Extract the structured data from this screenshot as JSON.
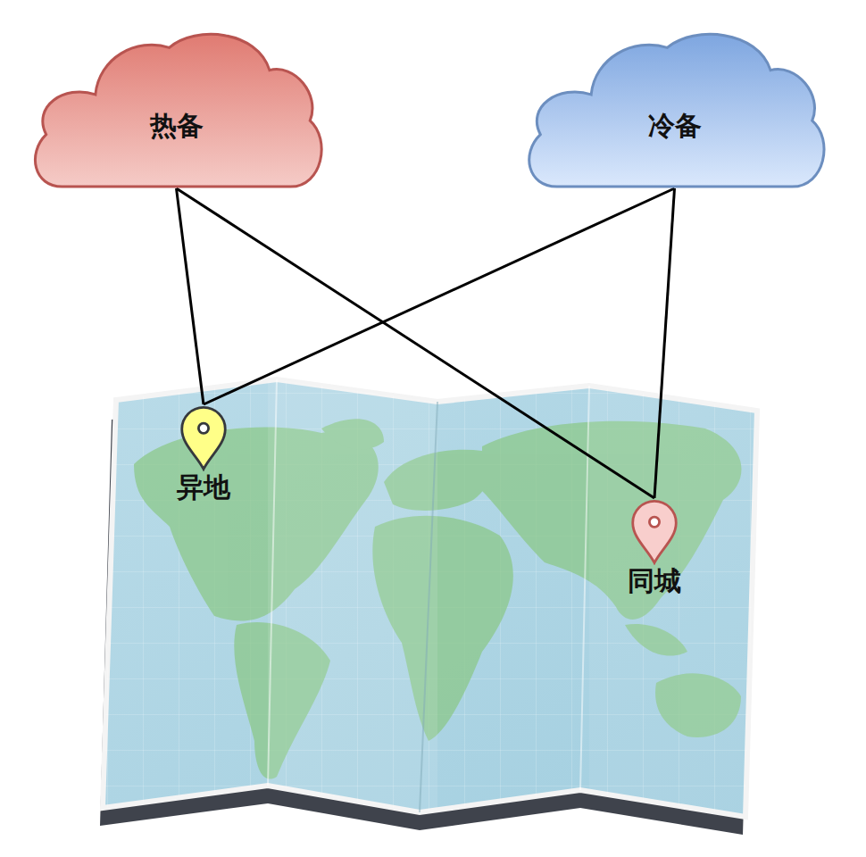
{
  "diagram": {
    "nodes": [
      {
        "text": [
          "热备"
        ]
      },
      {
        "text": [
          "冷备"
        ]
      },
      {
        "text": [
          "异地"
        ]
      },
      {
        "text": [
          "同城"
        ]
      }
    ],
    "edges": [
      {
        "from": 0,
        "to": 2,
        "arrow": "none"
      },
      {
        "from": 0,
        "to": 3,
        "arrow": "none"
      },
      {
        "from": 1,
        "to": 2,
        "arrow": "none"
      },
      {
        "from": 1,
        "to": 3,
        "arrow": "none"
      }
    ]
  }
}
